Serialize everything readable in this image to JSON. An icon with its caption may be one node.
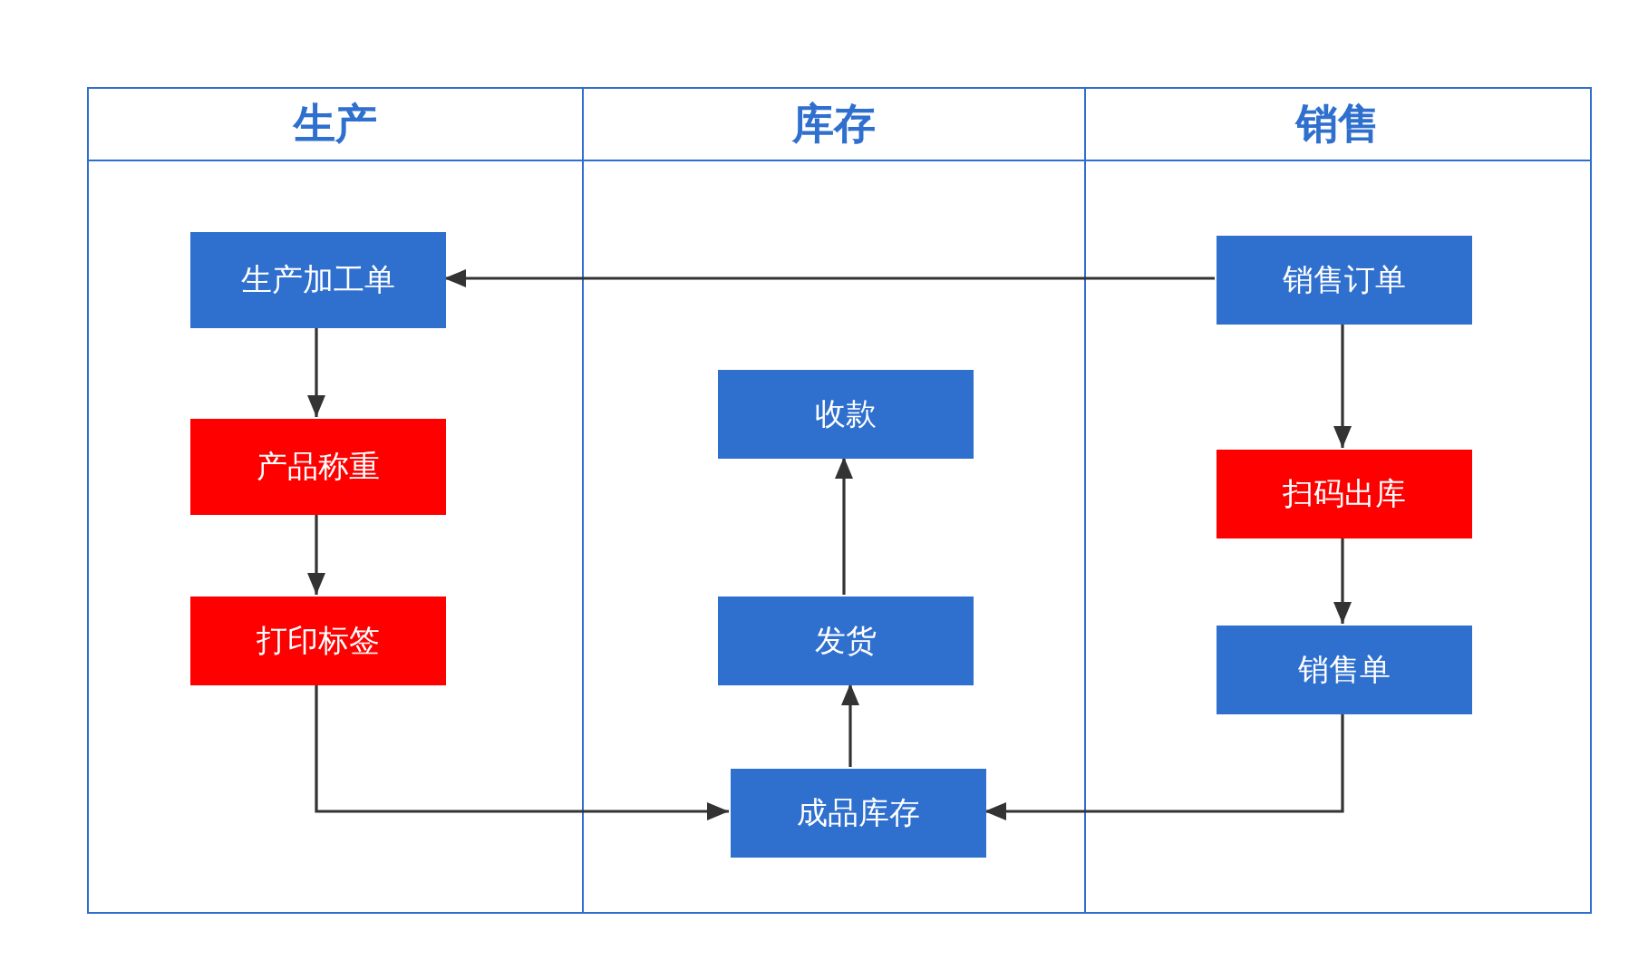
{
  "diagram": {
    "nodes": [
      {
        "text": [
          "生产"
        ]
      },
      {
        "text": [
          "库存"
        ]
      },
      {
        "text": [
          "销售"
        ]
      },
      {
        "text": [
          "生产加工单"
        ],
        "in": 0
      },
      {
        "text": [
          "产品称重"
        ],
        "in": 0
      },
      {
        "text": [
          "打印标签"
        ],
        "in": 0
      },
      {
        "text": [
          "收款"
        ],
        "in": 1
      },
      {
        "text": [
          "发货"
        ],
        "in": 1
      },
      {
        "text": [
          "成品库存"
        ],
        "in": 1
      },
      {
        "text": [
          "销售订单"
        ],
        "in": 2
      },
      {
        "text": [
          "扫码出库"
        ],
        "in": 2
      },
      {
        "text": [
          "销售单"
        ],
        "in": 2
      }
    ],
    "edges": [
      {
        "from": 9,
        "to": 3,
        "arrow": "to"
      },
      {
        "from": 3,
        "to": 4,
        "arrow": "to"
      },
      {
        "from": 4,
        "to": 5,
        "arrow": "to"
      },
      {
        "from": 5,
        "to": 8,
        "arrow": "to"
      },
      {
        "from": 8,
        "to": 7,
        "arrow": "to"
      },
      {
        "from": 7,
        "to": 6,
        "arrow": "to"
      },
      {
        "from": 9,
        "to": 10,
        "arrow": "to"
      },
      {
        "from": 10,
        "to": 11,
        "arrow": "to"
      },
      {
        "from": 11,
        "to": 8,
        "arrow": "to"
      }
    ]
  }
}
